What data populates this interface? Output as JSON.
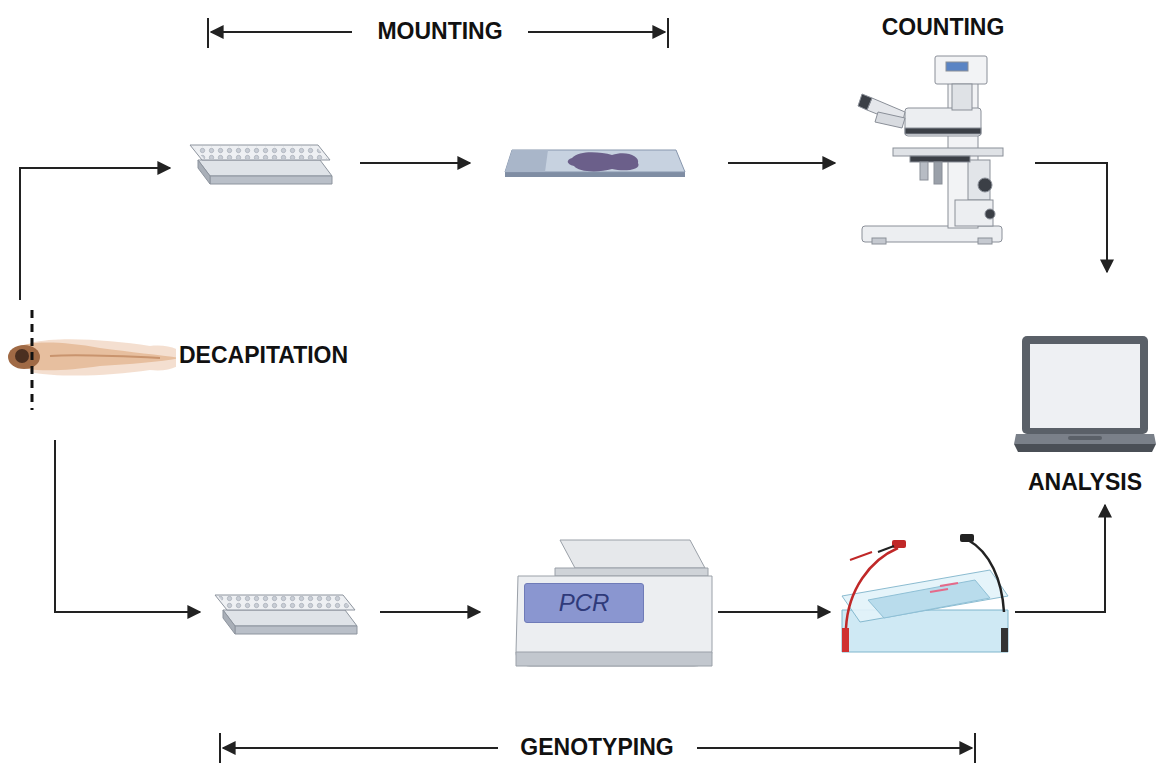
{
  "diagram": {
    "nodes": [
      {
        "text": [
          "PCR"
        ]
      }
    ],
    "labels": [
      "MOUNTING",
      "COUNTING",
      "DECAPITATION",
      "ANALYSIS",
      "GENOTYPING"
    ]
  }
}
